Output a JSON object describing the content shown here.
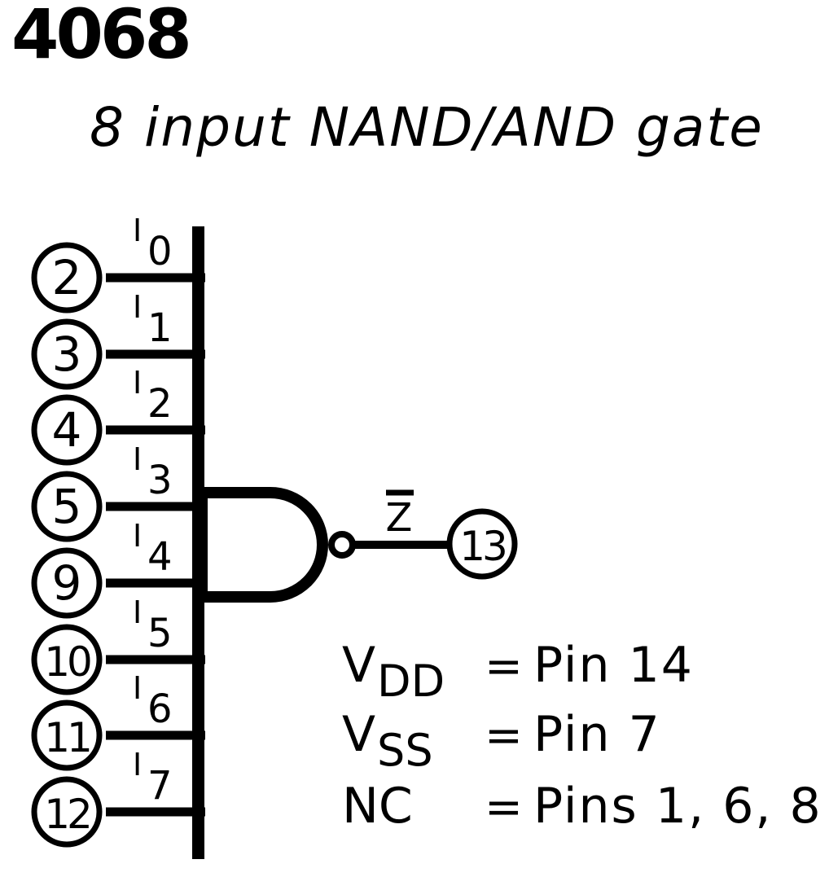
{
  "part": {
    "number": "4068",
    "description": "8 input NAND/AND gate"
  },
  "diagram": {
    "inputs": [
      {
        "pin": "2",
        "signal": "I",
        "subscript": "0"
      },
      {
        "pin": "3",
        "signal": "I",
        "subscript": "1"
      },
      {
        "pin": "4",
        "signal": "I",
        "subscript": "2"
      },
      {
        "pin": "5",
        "signal": "I",
        "subscript": "3"
      },
      {
        "pin": "9",
        "signal": "I",
        "subscript": "4"
      },
      {
        "pin": "10",
        "signal": "I",
        "subscript": "5"
      },
      {
        "pin": "11",
        "signal": "I",
        "subscript": "6"
      },
      {
        "pin": "12",
        "signal": "I",
        "subscript": "7"
      }
    ],
    "gate": {
      "type": "NAND",
      "inverted_output": true
    },
    "output": {
      "pin": "13",
      "signal": "Z",
      "negated": true
    }
  },
  "notes": [
    {
      "symbol": "V",
      "subscript": "DD",
      "equals": "=",
      "value": "Pin 14"
    },
    {
      "symbol": "V",
      "subscript": "SS",
      "equals": "=",
      "value": "Pin 7"
    },
    {
      "symbol": "NC",
      "subscript": "",
      "equals": "=",
      "value": "Pins 1, 6, 8"
    }
  ],
  "colors": {
    "ink": "#000000",
    "paper": "#ffffff"
  }
}
